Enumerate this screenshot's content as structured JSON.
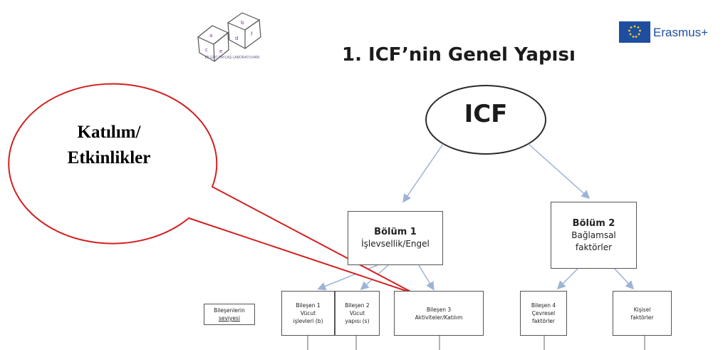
{
  "header": {
    "title": "1. ICF’nin Genel Yapısı",
    "erasmus_label": "Erasmus+",
    "logo_caption": "BİLGİYİ PAYLAŞ LABORATUVARI"
  },
  "diagram": {
    "root": "ICF",
    "part1": {
      "heading": "Bölüm 1",
      "subtitle": "İşlevsellik/Engel"
    },
    "part2": {
      "heading": "Bölüm 2",
      "subtitle_line1": "Bağlamsal",
      "subtitle_line2": "faktörler"
    },
    "levels_label_line1": "Bileşenlerin",
    "levels_label_line2": "seviyesi",
    "component1": [
      "Bileşen 1",
      "Vücut",
      "işlevleri (b)"
    ],
    "component2": [
      "Bileşen 2",
      "Vücut",
      "yapısı (s)"
    ],
    "component3": [
      "Bileşen 3",
      "Aktiviteler/Katılım"
    ],
    "component4": [
      "Bileşen 4",
      "Çevresel",
      "faktörler"
    ],
    "component5": [
      "Kişisel",
      "faktörler"
    ]
  },
  "callout": {
    "line1": "Katılım/",
    "line2": "Etkinlikler"
  },
  "colors": {
    "arrow": "#9db3d6",
    "callout_stroke": "#d32020",
    "erasmus_blue": "#1f4ea1",
    "flag_stars": "#f7d417"
  }
}
